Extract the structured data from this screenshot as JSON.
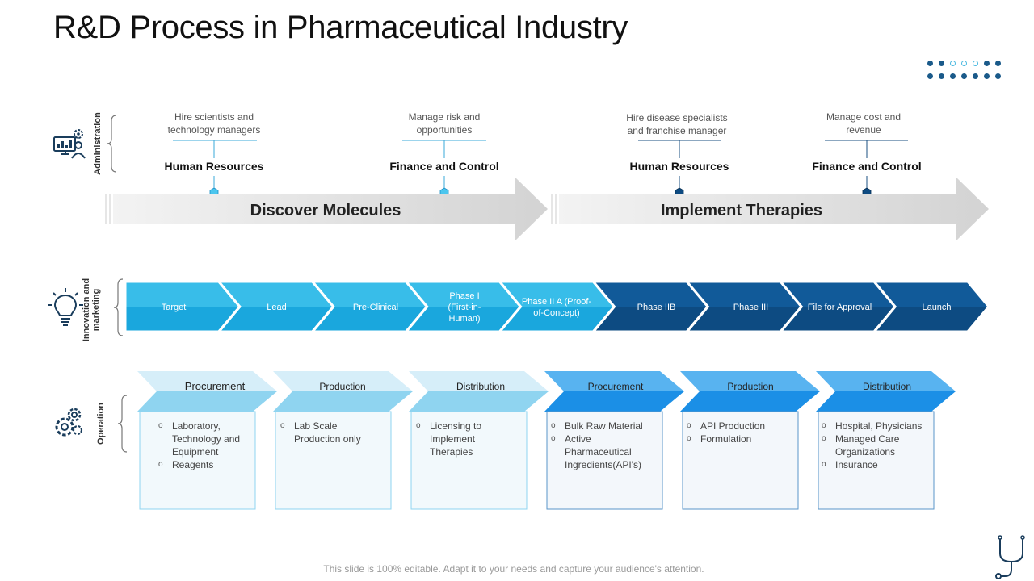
{
  "title": "R&D Process in Pharmaceutical Industry",
  "sections": {
    "administration": "Administration",
    "innovation_line1": "Innovation and",
    "innovation_line2": "marketing",
    "operation": "Operation"
  },
  "administration": [
    {
      "desc_line1": "Hire scientists and",
      "desc_line2": "technology managers",
      "name": "Human Resources"
    },
    {
      "desc_line1": "Manage risk and",
      "desc_line2": "opportunities",
      "name": "Finance and Control"
    },
    {
      "desc_line1": "Hire disease specialists",
      "desc_line2": "and franchise manager",
      "name": "Human Resources"
    },
    {
      "desc_line1": "Manage cost and",
      "desc_line2": "revenue",
      "name": "Finance and Control"
    }
  ],
  "stages": [
    "Discover Molecules",
    "Implement Therapies"
  ],
  "phases": [
    {
      "line1": "Target",
      "line2": "",
      "line3": ""
    },
    {
      "line1": "Lead",
      "line2": "",
      "line3": ""
    },
    {
      "line1": "Pre-Clinical",
      "line2": "",
      "line3": ""
    },
    {
      "line1": "Phase I",
      "line2": "(First-in-",
      "line3": "Human)"
    },
    {
      "line1": "Phase II A (Proof-",
      "line2": "of-Concept)",
      "line3": ""
    },
    {
      "line1": "Phase IIB",
      "line2": "",
      "line3": ""
    },
    {
      "line1": "Phase III",
      "line2": "",
      "line3": ""
    },
    {
      "line1": "File for Approval",
      "line2": "",
      "line3": ""
    },
    {
      "line1": "Launch",
      "line2": "",
      "line3": ""
    }
  ],
  "operations": [
    {
      "header": "Procurement",
      "items": [
        "Laboratory,",
        "Technology and",
        "Equipment",
        "Reagents"
      ]
    },
    {
      "header": "Production",
      "items": [
        "Lab Scale",
        "Production only"
      ]
    },
    {
      "header": "Distribution",
      "items": [
        "Licensing to",
        "Implement",
        "Therapies"
      ]
    },
    {
      "header": "Procurement",
      "items": [
        "Bulk Raw Material",
        "Active",
        "Pharmaceutical",
        "Ingredients(API's)"
      ]
    },
    {
      "header": "Production",
      "items": [
        "API Production",
        "Formulation"
      ]
    },
    {
      "header": "Distribution",
      "items": [
        "Hospital, Physicians",
        "Managed Care",
        "Organizations",
        "Insurance"
      ]
    }
  ],
  "footer": "This slide is 100% editable. Adapt it to your needs and capture your audience's attention.",
  "colors": {
    "light_blue": "#1aa7dd",
    "light_blue_top": "#38bde9",
    "dark_blue": "#0d4b82",
    "dark_blue_top": "#115a99",
    "arrow_gray": "#dcdcdc",
    "op_light_header": "#d6eef9",
    "op_light_fold": "#8fd4f0",
    "op_dark_header": "#58b3f0",
    "op_dark_fold": "#1b8fe6"
  },
  "icons": [
    "analyst-computer-icon",
    "lightbulb-icon",
    "gears-icon",
    "stethoscope-icon"
  ]
}
